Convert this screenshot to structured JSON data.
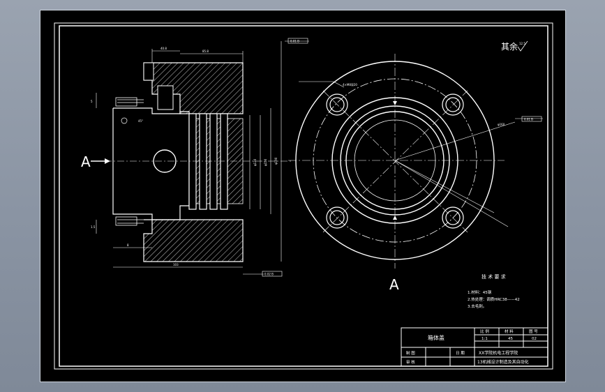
{
  "drawing": {
    "view_label": "A",
    "roughness_note": "其余",
    "roughness_value": "12.5",
    "tech_requirements": {
      "title": "技 术 要 求",
      "items": [
        "1.材料：45钢",
        "2.热处理：调质HRC38——42",
        "3.去毛刺。"
      ]
    },
    "title_block": {
      "part_name": "箱体盖",
      "header_labels": [
        "比 例",
        "材 料",
        "图 号"
      ],
      "header_values": [
        "1:1",
        "45",
        "02"
      ],
      "row_drawn": "制 图",
      "row_date": "日 期",
      "row_checked": "审 核",
      "school": "XX学院机电工程学院",
      "class_name": "13机械设计制造及其自动化"
    },
    "dims": {
      "top_a": "40.8",
      "top_b": "85.8",
      "diam_outer": "φ190",
      "diam_inner": "φ150",
      "diam_bore": "φ130",
      "hole_note": "4×M8深20",
      "pitch_circle": "φ160",
      "bottom_len": "103",
      "left_h": "5",
      "left_w": "1.5",
      "bottom_len2": "8",
      "angle": "45°",
      "tol_box": "0.01 B",
      "tol_box2": "0.02 B"
    }
  }
}
